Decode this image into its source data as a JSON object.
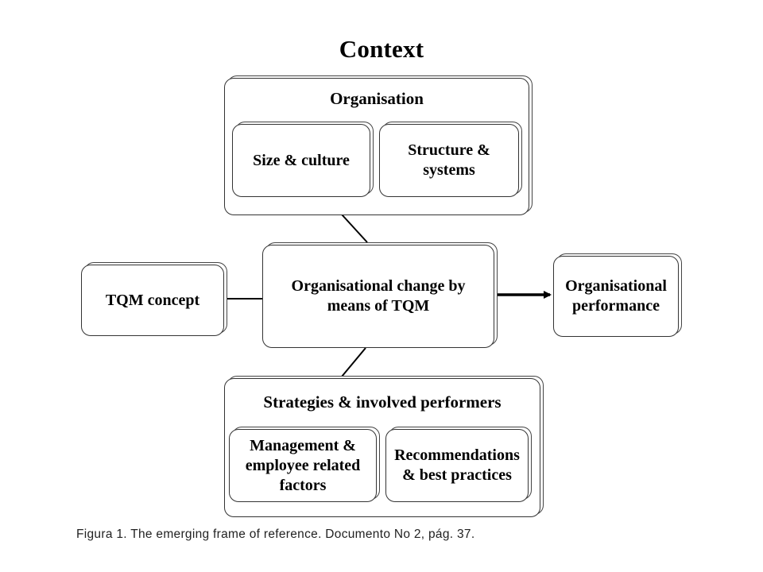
{
  "diagram": {
    "title": "Context",
    "organisation": {
      "label": "Organisation",
      "children": [
        "Size & culture",
        "Structure &\nsystems"
      ]
    },
    "center": "Organisational change by\nmeans of TQM",
    "left": "TQM concept",
    "right": "Organisational\nperformance",
    "strategies": {
      "label": "Strategies & involved performers",
      "children": [
        "Management &\nemployee related\nfactors",
        "Recommendations\n& best practices"
      ]
    }
  },
  "caption": "Figura 1. The emerging frame of reference. Documento No 2, pág. 37."
}
